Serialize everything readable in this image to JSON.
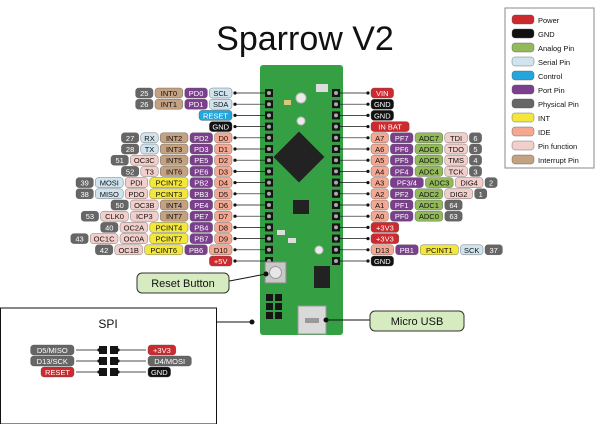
{
  "title": "Sparrow V2",
  "colors": {
    "power": "#cc2a2f",
    "gnd": "#111111",
    "analog": "#92b95a",
    "serial": "#cfe4ef",
    "control": "#23a6dc",
    "port": "#7b3f8d",
    "physical": "#666666",
    "int": "#f3e73c",
    "ide": "#f4a892",
    "func": "#f3cfcb",
    "intpin": "#c4a180",
    "board": "#35a043",
    "boardDark": "#1f7d31"
  },
  "legend": [
    {
      "label": "Power",
      "color": "power"
    },
    {
      "label": "GND",
      "color": "gnd"
    },
    {
      "label": "Analog Pin",
      "color": "analog"
    },
    {
      "label": "Serial Pin",
      "color": "serial"
    },
    {
      "label": "Control",
      "color": "control"
    },
    {
      "label": "Port Pin",
      "color": "port"
    },
    {
      "label": "Physical Pin",
      "color": "physical"
    },
    {
      "label": "INT",
      "color": "int"
    },
    {
      "label": "IDE",
      "color": "ide"
    },
    {
      "label": "Pin function",
      "color": "func"
    },
    {
      "label": "Interrupt Pin",
      "color": "intpin"
    }
  ],
  "left_rows": [
    [
      {
        "t": "25",
        "c": "physical"
      },
      {
        "t": "INT0",
        "c": "intpin"
      },
      {
        "t": "PD0",
        "c": "port"
      },
      {
        "t": "SCL",
        "c": "serial"
      }
    ],
    [
      {
        "t": "26",
        "c": "physical"
      },
      {
        "t": "INT1",
        "c": "intpin"
      },
      {
        "t": "PD1",
        "c": "port"
      },
      {
        "t": "SDA",
        "c": "serial"
      }
    ],
    [
      {
        "t": "RESET",
        "c": "control"
      }
    ],
    [
      {
        "t": "GND",
        "c": "gnd"
      }
    ],
    [
      {
        "t": "27",
        "c": "physical"
      },
      {
        "t": "RX",
        "c": "serial"
      },
      {
        "t": "INT2",
        "c": "intpin"
      },
      {
        "t": "PD2",
        "c": "port"
      },
      {
        "t": "D0",
        "c": "ide"
      }
    ],
    [
      {
        "t": "28",
        "c": "physical"
      },
      {
        "t": "TX",
        "c": "serial"
      },
      {
        "t": "INT3",
        "c": "intpin"
      },
      {
        "t": "PD3",
        "c": "port"
      },
      {
        "t": "D1",
        "c": "ide"
      }
    ],
    [
      {
        "t": "51",
        "c": "physical"
      },
      {
        "t": "OC3C",
        "c": "func"
      },
      {
        "t": "INT5",
        "c": "intpin"
      },
      {
        "t": "PE5",
        "c": "port"
      },
      {
        "t": "D2",
        "c": "ide"
      }
    ],
    [
      {
        "t": "52",
        "c": "physical"
      },
      {
        "t": "T3",
        "c": "func"
      },
      {
        "t": "INT6",
        "c": "intpin"
      },
      {
        "t": "PE6",
        "c": "port"
      },
      {
        "t": "D3",
        "c": "ide"
      }
    ],
    [
      {
        "t": "39",
        "c": "physical"
      },
      {
        "t": "MOSI",
        "c": "serial"
      },
      {
        "t": "PDI",
        "c": "func"
      },
      {
        "t": "PCINT2",
        "c": "int"
      },
      {
        "t": "PB2",
        "c": "port"
      },
      {
        "t": "D4",
        "c": "ide"
      }
    ],
    [
      {
        "t": "38",
        "c": "physical"
      },
      {
        "t": "MISO",
        "c": "serial"
      },
      {
        "t": "PDO",
        "c": "func"
      },
      {
        "t": "PCINT3",
        "c": "int"
      },
      {
        "t": "PB3",
        "c": "port"
      },
      {
        "t": "D5",
        "c": "ide"
      }
    ],
    [
      {
        "t": "50",
        "c": "physical"
      },
      {
        "t": "OC3B",
        "c": "func"
      },
      {
        "t": "INT4",
        "c": "intpin"
      },
      {
        "t": "PE4",
        "c": "port"
      },
      {
        "t": "D6",
        "c": "ide"
      }
    ],
    [
      {
        "t": "53",
        "c": "physical"
      },
      {
        "t": "CLK0",
        "c": "func"
      },
      {
        "t": "ICP3",
        "c": "func"
      },
      {
        "t": "INT7",
        "c": "intpin"
      },
      {
        "t": "PE7",
        "c": "port"
      },
      {
        "t": "D7",
        "c": "ide"
      }
    ],
    [
      {
        "t": "40",
        "c": "physical"
      },
      {
        "t": "OC2A",
        "c": "func"
      },
      {
        "t": "PCINT4",
        "c": "int"
      },
      {
        "t": "PB4",
        "c": "port"
      },
      {
        "t": "D8",
        "c": "ide"
      }
    ],
    [
      {
        "t": "43",
        "c": "physical"
      },
      {
        "t": "OC1C",
        "c": "func"
      },
      {
        "t": "OC0A",
        "c": "func"
      },
      {
        "t": "PCINT7",
        "c": "int"
      },
      {
        "t": "PB7",
        "c": "port"
      },
      {
        "t": "D9",
        "c": "ide"
      }
    ],
    [
      {
        "t": "42",
        "c": "physical"
      },
      {
        "t": "OC1B",
        "c": "func"
      },
      {
        "t": "PCINT6",
        "c": "int"
      },
      {
        "t": "PB6",
        "c": "port"
      },
      {
        "t": "D10",
        "c": "ide"
      }
    ],
    [
      {
        "t": "+5V",
        "c": "power"
      }
    ]
  ],
  "right_rows": [
    [
      {
        "t": "VIN",
        "c": "power"
      }
    ],
    [
      {
        "t": "GND",
        "c": "gnd"
      }
    ],
    [
      {
        "t": "GND",
        "c": "gnd"
      }
    ],
    [
      {
        "t": "IN BAT",
        "c": "power"
      }
    ],
    [
      {
        "t": "A7",
        "c": "ide"
      },
      {
        "t": "PF7",
        "c": "port"
      },
      {
        "t": "ADC7",
        "c": "analog"
      },
      {
        "t": "TDI",
        "c": "func"
      },
      {
        "t": "6",
        "c": "physical"
      }
    ],
    [
      {
        "t": "A6",
        "c": "ide"
      },
      {
        "t": "PF6",
        "c": "port"
      },
      {
        "t": "ADC6",
        "c": "analog"
      },
      {
        "t": "TDO",
        "c": "func"
      },
      {
        "t": "5",
        "c": "physical"
      }
    ],
    [
      {
        "t": "A5",
        "c": "ide"
      },
      {
        "t": "PF5",
        "c": "port"
      },
      {
        "t": "ADC5",
        "c": "analog"
      },
      {
        "t": "TMS",
        "c": "func"
      },
      {
        "t": "4",
        "c": "physical"
      }
    ],
    [
      {
        "t": "A4",
        "c": "ide"
      },
      {
        "t": "PF4",
        "c": "port"
      },
      {
        "t": "ADC4",
        "c": "analog"
      },
      {
        "t": "TCK",
        "c": "func"
      },
      {
        "t": "3",
        "c": "physical"
      }
    ],
    [
      {
        "t": "A3",
        "c": "ide"
      },
      {
        "t": "PF3/4",
        "c": "port"
      },
      {
        "t": "ADC3",
        "c": "analog"
      },
      {
        "t": "DIG4",
        "c": "func"
      },
      {
        "t": "2",
        "c": "physical"
      }
    ],
    [
      {
        "t": "A2",
        "c": "ide"
      },
      {
        "t": "PF2",
        "c": "port"
      },
      {
        "t": "ADC2",
        "c": "analog"
      },
      {
        "t": "DIG2",
        "c": "func"
      },
      {
        "t": "1",
        "c": "physical"
      }
    ],
    [
      {
        "t": "A1",
        "c": "ide"
      },
      {
        "t": "PF1",
        "c": "port"
      },
      {
        "t": "ADC1",
        "c": "analog"
      },
      {
        "t": "64",
        "c": "physical"
      }
    ],
    [
      {
        "t": "A0",
        "c": "ide"
      },
      {
        "t": "PF0",
        "c": "port"
      },
      {
        "t": "ADC0",
        "c": "analog"
      },
      {
        "t": "63",
        "c": "physical"
      }
    ],
    [
      {
        "t": "+3V3",
        "c": "power"
      }
    ],
    [
      {
        "t": "+3V3",
        "c": "power"
      }
    ],
    [
      {
        "t": "D13",
        "c": "ide"
      },
      {
        "t": "PB1",
        "c": "port"
      },
      {
        "t": "PCINT1",
        "c": "int"
      },
      {
        "t": "SCK",
        "c": "serial"
      },
      {
        "t": "37",
        "c": "physical"
      }
    ],
    [
      {
        "t": "GND",
        "c": "gnd"
      }
    ]
  ],
  "reset_button_label": "Reset Button",
  "micro_usb_label": "Micro USB",
  "spi": {
    "title": "SPI",
    "left": [
      {
        "t": "D5/MISO",
        "c": "physical"
      },
      {
        "t": "D13/SCK",
        "c": "physical"
      },
      {
        "t": "RESET",
        "c": "power"
      }
    ],
    "right": [
      {
        "t": "+3V3",
        "c": "power"
      },
      {
        "t": "D4/MOSI",
        "c": "physical"
      },
      {
        "t": "GND",
        "c": "gnd"
      }
    ]
  }
}
